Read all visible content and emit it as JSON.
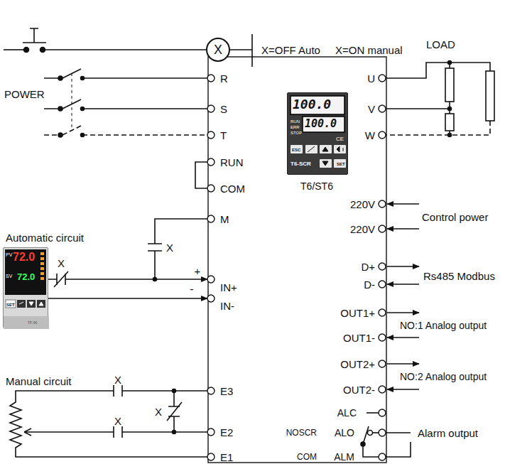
{
  "diagram": {
    "nodes": [
      {
        "text": [
          "X"
        ]
      },
      {
        "text": [
          "100.0",
          "100.0",
          "RUN",
          "ERR",
          "STOP",
          "CE",
          "ESC",
          "T6-SCR",
          "SET"
        ]
      },
      {
        "text": [
          "PV",
          "72.0",
          "SV",
          "72.0",
          "SET",
          "TF-96"
        ]
      }
    ],
    "labels": [
      "X=OFF Auto",
      "X=ON manual",
      "POWER",
      "R",
      "S",
      "T",
      "RUN",
      "COM",
      "M",
      "IN+",
      "IN-",
      "E3",
      "E2",
      "E1",
      "U",
      "V",
      "W",
      "220V",
      "220V",
      "D+",
      "D-",
      "OUT1+",
      "OUT1-",
      "OUT2+",
      "OUT2-",
      "ALC",
      "NOSCR",
      "ALO",
      "COM",
      "ALM",
      "LOAD",
      "Control power",
      "Rs485 Modbus",
      "NO:1 Analog output",
      "NO:2 Analog output",
      "Alarm output",
      "Automatic circuit",
      "Manual circuit",
      "X",
      "X",
      "+",
      "-",
      "X",
      "X",
      "X",
      "T6/ST6"
    ]
  }
}
